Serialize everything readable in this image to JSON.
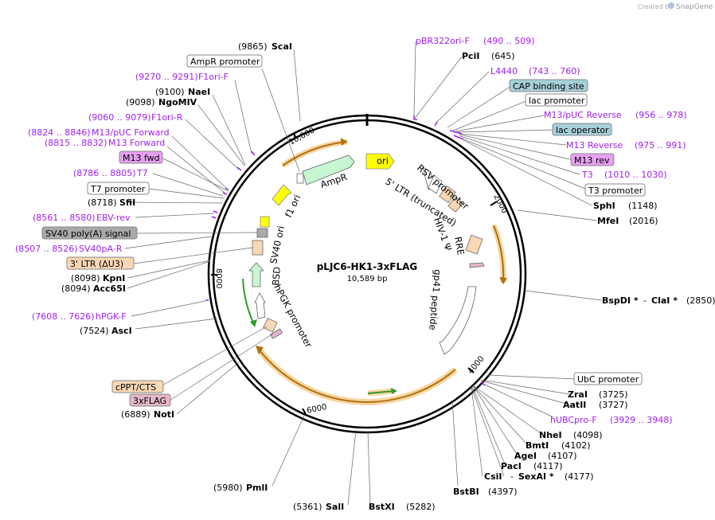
{
  "branding": {
    "created_by": "Created by",
    "product": "SnapGene"
  },
  "plasmid": {
    "name": "pLJC6-HK1-3xFLAG",
    "size": "10,589 bp"
  },
  "ticks": [
    "10,000",
    "2000",
    "4000",
    "6000",
    "8000"
  ],
  "feature_labels": {
    "ampr": "AmpR",
    "ori": "ori",
    "rsv": "RSV promoter",
    "ltr5": "5' LTR (truncated)",
    "hiv": "HIV-1 Ψ",
    "rre": "RRE",
    "gp41": "gp41 peptide",
    "f1ori": "f1 ori",
    "sv40ori": "SV40 ori",
    "bsd": "BSD",
    "hpgk": "hPGK promoter"
  },
  "sites": {
    "scai": {
      "num": "(9865)",
      "name": "ScaI"
    },
    "ampr_promoter": "AmpR promoter",
    "f1ori_f": {
      "range": "(9270 .. 9291)",
      "name": "F1ori-F"
    },
    "naei": {
      "num": "(9100)",
      "name": "NaeI"
    },
    "ngomiv": {
      "num": "(9098)",
      "name": "NgoMIV"
    },
    "f1ori_r": {
      "range": "(9060 .. 9079)",
      "name": "F1ori-R"
    },
    "m13puc_fwd": {
      "range": "(8824 .. 8846)",
      "name": "M13/pUC Forward"
    },
    "m13_fwd_primer": {
      "range": "(8815 .. 8832)",
      "name": "M13 Forward"
    },
    "m13_fwd_box": "M13 fwd",
    "t7": {
      "range": "(8786 .. 8805)",
      "name": "T7"
    },
    "t7_promoter": "T7 promoter",
    "sfii": {
      "num": "(8718)",
      "name": "SfiI"
    },
    "ebv_rev": {
      "range": "(8561 .. 8580)",
      "name": "EBV-rev"
    },
    "sv40_polya": "SV40 poly(A) signal",
    "sv40pa_r": {
      "range": "(8507 .. 8526)",
      "name": "SV40pA-R"
    },
    "ltr3": "3' LTR (ΔU3)",
    "kpni": {
      "num": "(8098)",
      "name": "KpnI"
    },
    "acc65i": {
      "num": "(8094)",
      "name": "Acc65I"
    },
    "hpgk_f": {
      "range": "(7608 .. 7626)",
      "name": "hPGK-F"
    },
    "asci": {
      "num": "(7524)",
      "name": "AscI"
    },
    "cppt": "cPPT/CTS",
    "flag3x": "3xFLAG",
    "noti": {
      "num": "(6889)",
      "name": "NotI"
    },
    "pmli": {
      "num": "(5980)",
      "name": "PmlI"
    },
    "sali": {
      "num": "(5361)",
      "name": "SalI"
    },
    "bstxi": {
      "name": "BstXI",
      "num": "(5282)"
    },
    "bstbi": {
      "name": "BstBI",
      "num": "(4397)"
    },
    "csii": {
      "name": "CsiI"
    },
    "sexai": {
      "name": "SexAI *",
      "num": "(4177)"
    },
    "paci": {
      "name": "PacI",
      "num": "(4117)"
    },
    "agei": {
      "name": "AgeI",
      "num": "(4107)"
    },
    "bmti": {
      "name": "BmtI",
      "num": "(4102)"
    },
    "nhei": {
      "name": "NheI",
      "num": "(4098)"
    },
    "hubcpro_f": {
      "name": "hUBCpro-F",
      "range": "(3929 .. 3948)"
    },
    "aatii": {
      "name": "AatII",
      "num": "(3727)"
    },
    "zrai": {
      "name": "ZraI",
      "num": "(3725)"
    },
    "ubc_promoter": "UbC promoter",
    "bspdi": {
      "name": "BspDI *",
      "sep": "-",
      "name2": "ClaI *",
      "num": "(2850)"
    },
    "mfei": {
      "name": "MfeI",
      "num": "(2016)"
    },
    "sphi": {
      "name": "SphI",
      "num": "(1148)"
    },
    "t3_promoter": "T3 promoter",
    "t3": {
      "name": "T3",
      "range": "(1010 .. 1030)"
    },
    "m13_rev_box": "M13 rev",
    "m13_reverse": {
      "name": "M13 Reverse",
      "range": "(975 .. 991)"
    },
    "lac_operator": "lac operator",
    "m13puc_rev": {
      "name": "M13/pUC Reverse",
      "range": "(956 .. 978)"
    },
    "lac_promoter": "lac promoter",
    "cap_site": "CAP binding site",
    "l4440": {
      "name": "L4440",
      "range": "(743 .. 760)"
    },
    "pcii": {
      "name": "PciI",
      "num": "(645)"
    },
    "pbr322ori_f": {
      "name": "pBR322ori-F",
      "range": "(490 .. 509)"
    }
  },
  "colors": {
    "primer": "#a020f0",
    "feature_promoter": "#ffffff",
    "feature_ori": "#ffff00",
    "feature_ampr": "#c8f5d2",
    "feature_ltr": "#fad7b4",
    "feature_rre": "#fad7b4",
    "feature_gp41": "#ffffff",
    "box_cap": "#a6cfd9",
    "box_lacop": "#a6cfd9",
    "box_m13": "#e6a0f0",
    "box_ltr3": "#fad7b4",
    "box_polya": "#a9a9a9",
    "box_cppt": "#fad7b4",
    "box_flag": "#e3b5c7",
    "orf_orange": "#f0a02a",
    "orf_green": "#2e9a28"
  }
}
